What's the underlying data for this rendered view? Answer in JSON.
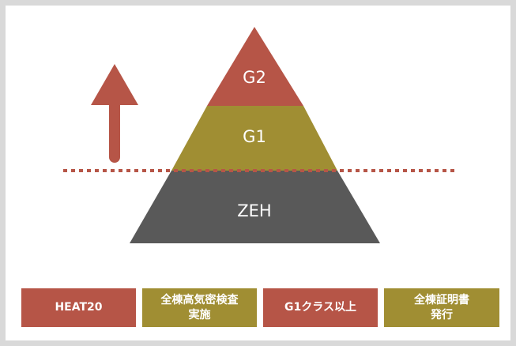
{
  "colors": {
    "red": "#b65547",
    "olive": "#a08e33",
    "gray": "#595959",
    "frame": "#d9d9d9",
    "text": "#ffffff"
  },
  "pyramid": {
    "tiers": [
      {
        "label": "G2",
        "color": "#b65547"
      },
      {
        "label": "G1",
        "color": "#a08e33"
      },
      {
        "label": "ZEH",
        "color": "#595959"
      }
    ],
    "arrow_icon": "up-arrow-icon",
    "threshold_line": "dotted-line"
  },
  "badges": [
    {
      "label": "HEAT20",
      "color": "#b65547"
    },
    {
      "label": "全棟高気密検査\n実施",
      "color": "#a08e33"
    },
    {
      "label": "G1クラス以上",
      "color": "#b65547"
    },
    {
      "label": "全棟証明書\n発行",
      "color": "#a08e33"
    }
  ]
}
